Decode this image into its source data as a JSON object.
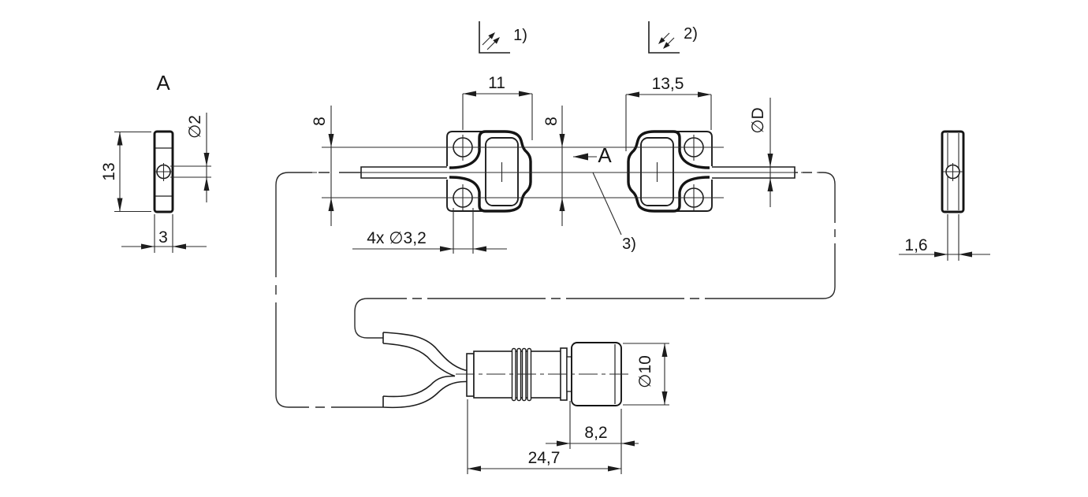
{
  "drawing": {
    "background": "#ffffff",
    "line_color": "#1d1d1d",
    "view_a_label": "A",
    "section_arrow_label": "A",
    "footnote_emitter": "1)",
    "footnote_receiver": "2)",
    "footnote_optical_axis": "3)",
    "dims": {
      "housing_height": "13",
      "housing_thickness": "3",
      "small_hole_dia": "∅2",
      "emitter_head_width": "11",
      "receiver_head_width": "13,5",
      "hole_pitch_left": "8",
      "hole_pitch_right": "8",
      "mounting_holes": "4x ∅3,2",
      "cable_dia": "∅D",
      "plug_dia": "∅10",
      "plug_nut_length": "8,2",
      "plug_length": "24,7",
      "web_width": "1,6"
    }
  }
}
